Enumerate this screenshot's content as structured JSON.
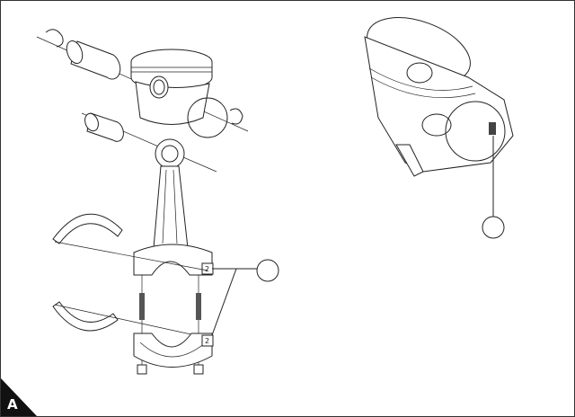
{
  "figure": {
    "corner_label": "A",
    "cap_mark": "2",
    "callouts": [
      "connecting-rod-cap-match-marks",
      "piston-orientation-mark"
    ]
  }
}
